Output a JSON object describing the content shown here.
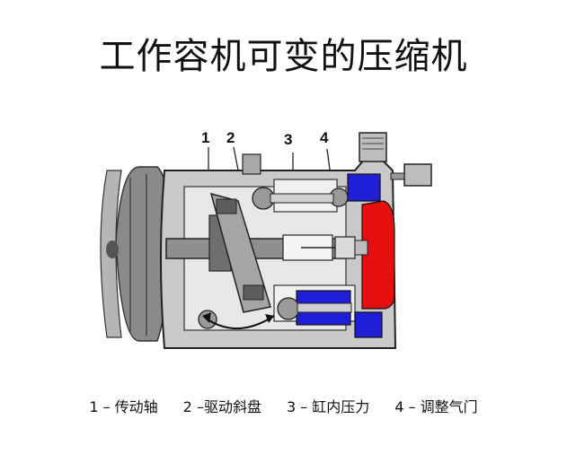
{
  "title": "工作容机可变的压缩机",
  "callouts": [
    "1",
    "2",
    "3",
    "4"
  ],
  "legend": [
    "1 – 传动轴",
    "2 –驱动斜盘",
    "3 – 缸内压力",
    "4 – 调整气门"
  ]
}
